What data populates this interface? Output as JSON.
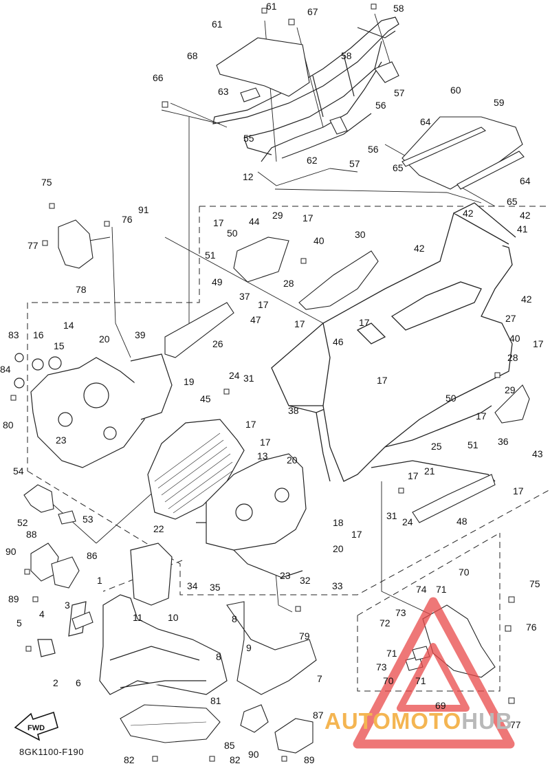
{
  "diagram": {
    "code": "8GK1100-F190",
    "fwd_label": "FWD",
    "watermark_prefix": "AUTOMOTO",
    "watermark_suffix": "HUB",
    "callouts": [
      {
        "id": "c61a",
        "t": "61"
      },
      {
        "id": "c61b",
        "t": "61"
      },
      {
        "id": "c67",
        "t": "67"
      },
      {
        "id": "c58a",
        "t": "58"
      },
      {
        "id": "c68",
        "t": "68"
      },
      {
        "id": "c58b",
        "t": "58"
      },
      {
        "id": "c57a",
        "t": "57"
      },
      {
        "id": "c66",
        "t": "66"
      },
      {
        "id": "c63",
        "t": "63"
      },
      {
        "id": "c56a",
        "t": "56"
      },
      {
        "id": "c60",
        "t": "60"
      },
      {
        "id": "c59",
        "t": "59"
      },
      {
        "id": "c64a",
        "t": "64"
      },
      {
        "id": "c56b",
        "t": "56"
      },
      {
        "id": "c55",
        "t": "55"
      },
      {
        "id": "c62",
        "t": "62"
      },
      {
        "id": "c57b",
        "t": "57"
      },
      {
        "id": "c65a",
        "t": "65"
      },
      {
        "id": "c64b",
        "t": "64"
      },
      {
        "id": "c12",
        "t": "12"
      },
      {
        "id": "c75a",
        "t": "75"
      },
      {
        "id": "c65b",
        "t": "65"
      },
      {
        "id": "c91",
        "t": "91"
      },
      {
        "id": "c29a",
        "t": "29"
      },
      {
        "id": "c17a",
        "t": "17"
      },
      {
        "id": "c17b",
        "t": "17"
      },
      {
        "id": "c42a",
        "t": "42"
      },
      {
        "id": "c42b",
        "t": "42"
      },
      {
        "id": "c76a",
        "t": "76"
      },
      {
        "id": "c44",
        "t": "44"
      },
      {
        "id": "c50a",
        "t": "50"
      },
      {
        "id": "c30",
        "t": "30"
      },
      {
        "id": "c40a",
        "t": "40"
      },
      {
        "id": "c41",
        "t": "41"
      },
      {
        "id": "c42c",
        "t": "42"
      },
      {
        "id": "c77a",
        "t": "77"
      },
      {
        "id": "c51a",
        "t": "51"
      },
      {
        "id": "c78",
        "t": "78"
      },
      {
        "id": "c28a",
        "t": "28"
      },
      {
        "id": "c37",
        "t": "37"
      },
      {
        "id": "c42d",
        "t": "42"
      },
      {
        "id": "c49",
        "t": "49"
      },
      {
        "id": "c17c",
        "t": "17"
      },
      {
        "id": "c14",
        "t": "14"
      },
      {
        "id": "c47",
        "t": "47"
      },
      {
        "id": "c27",
        "t": "27"
      },
      {
        "id": "c17d",
        "t": "17"
      },
      {
        "id": "c17e",
        "t": "17"
      },
      {
        "id": "c40b",
        "t": "40"
      },
      {
        "id": "c83",
        "t": "83"
      },
      {
        "id": "c16",
        "t": "16"
      },
      {
        "id": "c15",
        "t": "15"
      },
      {
        "id": "c20a",
        "t": "20"
      },
      {
        "id": "c39",
        "t": "39"
      },
      {
        "id": "c46",
        "t": "46"
      },
      {
        "id": "c17f",
        "t": "17"
      },
      {
        "id": "c28b",
        "t": "28"
      },
      {
        "id": "c26",
        "t": "26"
      },
      {
        "id": "c84",
        "t": "84"
      },
      {
        "id": "c24a",
        "t": "24"
      },
      {
        "id": "c31a",
        "t": "31"
      },
      {
        "id": "c19",
        "t": "19"
      },
      {
        "id": "c17g",
        "t": "17"
      },
      {
        "id": "c29b",
        "t": "29"
      },
      {
        "id": "c50b",
        "t": "50"
      },
      {
        "id": "c45",
        "t": "45"
      },
      {
        "id": "c17h",
        "t": "17"
      },
      {
        "id": "c38",
        "t": "38"
      },
      {
        "id": "c80",
        "t": "80"
      },
      {
        "id": "c23a",
        "t": "23"
      },
      {
        "id": "c17i",
        "t": "17"
      },
      {
        "id": "c36",
        "t": "36"
      },
      {
        "id": "c51b",
        "t": "51"
      },
      {
        "id": "c43",
        "t": "43"
      },
      {
        "id": "c25",
        "t": "25"
      },
      {
        "id": "c17j",
        "t": "17"
      },
      {
        "id": "c13",
        "t": "13"
      },
      {
        "id": "c20b",
        "t": "20"
      },
      {
        "id": "c17k",
        "t": "17"
      },
      {
        "id": "c21",
        "t": "21"
      },
      {
        "id": "c54",
        "t": "54"
      },
      {
        "id": "c17l",
        "t": "17"
      },
      {
        "id": "c52",
        "t": "52"
      },
      {
        "id": "c53",
        "t": "53"
      },
      {
        "id": "c31b",
        "t": "31"
      },
      {
        "id": "c24b",
        "t": "24"
      },
      {
        "id": "c48",
        "t": "48"
      },
      {
        "id": "c22",
        "t": "22"
      },
      {
        "id": "c18",
        "t": "18"
      },
      {
        "id": "c17m",
        "t": "17"
      },
      {
        "id": "c88",
        "t": "88"
      },
      {
        "id": "c90a",
        "t": "90"
      },
      {
        "id": "c86",
        "t": "86"
      },
      {
        "id": "c20c",
        "t": "20"
      },
      {
        "id": "c23b",
        "t": "23"
      },
      {
        "id": "c34",
        "t": "34"
      },
      {
        "id": "c35",
        "t": "35"
      },
      {
        "id": "c32",
        "t": "32"
      },
      {
        "id": "c33",
        "t": "33"
      },
      {
        "id": "c70a",
        "t": "70"
      },
      {
        "id": "c1",
        "t": "1"
      },
      {
        "id": "c89a",
        "t": "89"
      },
      {
        "id": "c3",
        "t": "3"
      },
      {
        "id": "c11",
        "t": "11"
      },
      {
        "id": "c10",
        "t": "10"
      },
      {
        "id": "c74",
        "t": "74"
      },
      {
        "id": "c71a",
        "t": "71"
      },
      {
        "id": "c75b",
        "t": "75"
      },
      {
        "id": "c73a",
        "t": "73"
      },
      {
        "id": "c8a",
        "t": "8"
      },
      {
        "id": "c79",
        "t": "79"
      },
      {
        "id": "c4",
        "t": "4"
      },
      {
        "id": "c5",
        "t": "5"
      },
      {
        "id": "c72",
        "t": "72"
      },
      {
        "id": "c76b",
        "t": "76"
      },
      {
        "id": "c9",
        "t": "9"
      },
      {
        "id": "c71b",
        "t": "71"
      },
      {
        "id": "c8b",
        "t": "8"
      },
      {
        "id": "c2",
        "t": "2"
      },
      {
        "id": "c6",
        "t": "6"
      },
      {
        "id": "c7",
        "t": "7"
      },
      {
        "id": "c73b",
        "t": "73"
      },
      {
        "id": "c70b",
        "t": "70"
      },
      {
        "id": "c71c",
        "t": "71"
      },
      {
        "id": "c69",
        "t": "69"
      },
      {
        "id": "c81",
        "t": "81"
      },
      {
        "id": "c87",
        "t": "87"
      },
      {
        "id": "c77b",
        "t": "77"
      },
      {
        "id": "c85",
        "t": "85"
      },
      {
        "id": "c82a",
        "t": "82"
      },
      {
        "id": "c90b",
        "t": "90"
      },
      {
        "id": "c89b",
        "t": "89"
      },
      {
        "id": "c82b",
        "t": "82"
      }
    ]
  }
}
